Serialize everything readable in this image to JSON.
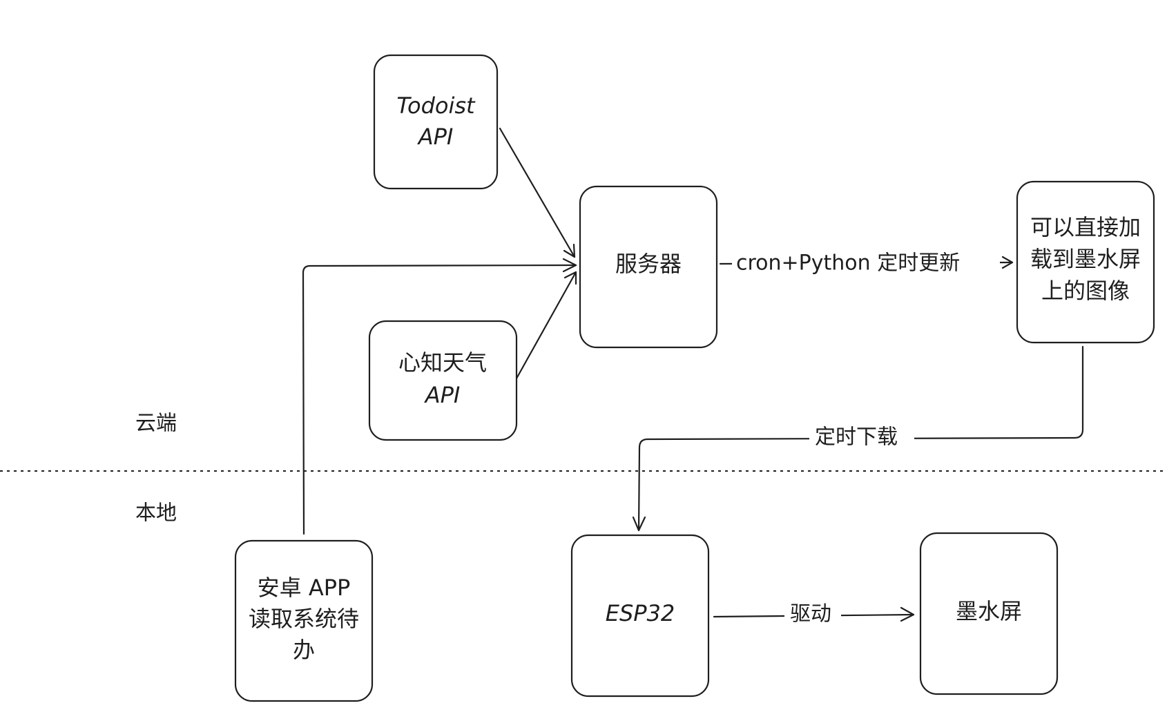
{
  "zones": {
    "cloud_label": "云端",
    "local_label": "本地"
  },
  "nodes": {
    "todoist_api": {
      "lines": [
        "Todoist",
        "API"
      ]
    },
    "weather_api": {
      "lines": [
        "心知天气",
        "API"
      ]
    },
    "server": {
      "lines": [
        "服务器"
      ]
    },
    "eink_image": {
      "lines": [
        "可以直接加",
        "载到墨水屏",
        "上的图像"
      ]
    },
    "android_app": {
      "lines": [
        "安卓 APP",
        "读取系统待",
        "办"
      ]
    },
    "esp32": {
      "lines": [
        "ESP32"
      ]
    },
    "eink_screen": {
      "lines": [
        "墨水屏"
      ]
    }
  },
  "edges": {
    "server_to_image": {
      "label": "cron+Python 定时更新"
    },
    "image_to_esp32": {
      "label": "定时下载"
    },
    "esp32_to_screen": {
      "label": "驱动"
    }
  },
  "colors": {
    "stroke": "#1e1e1e",
    "background": "#ffffff"
  }
}
